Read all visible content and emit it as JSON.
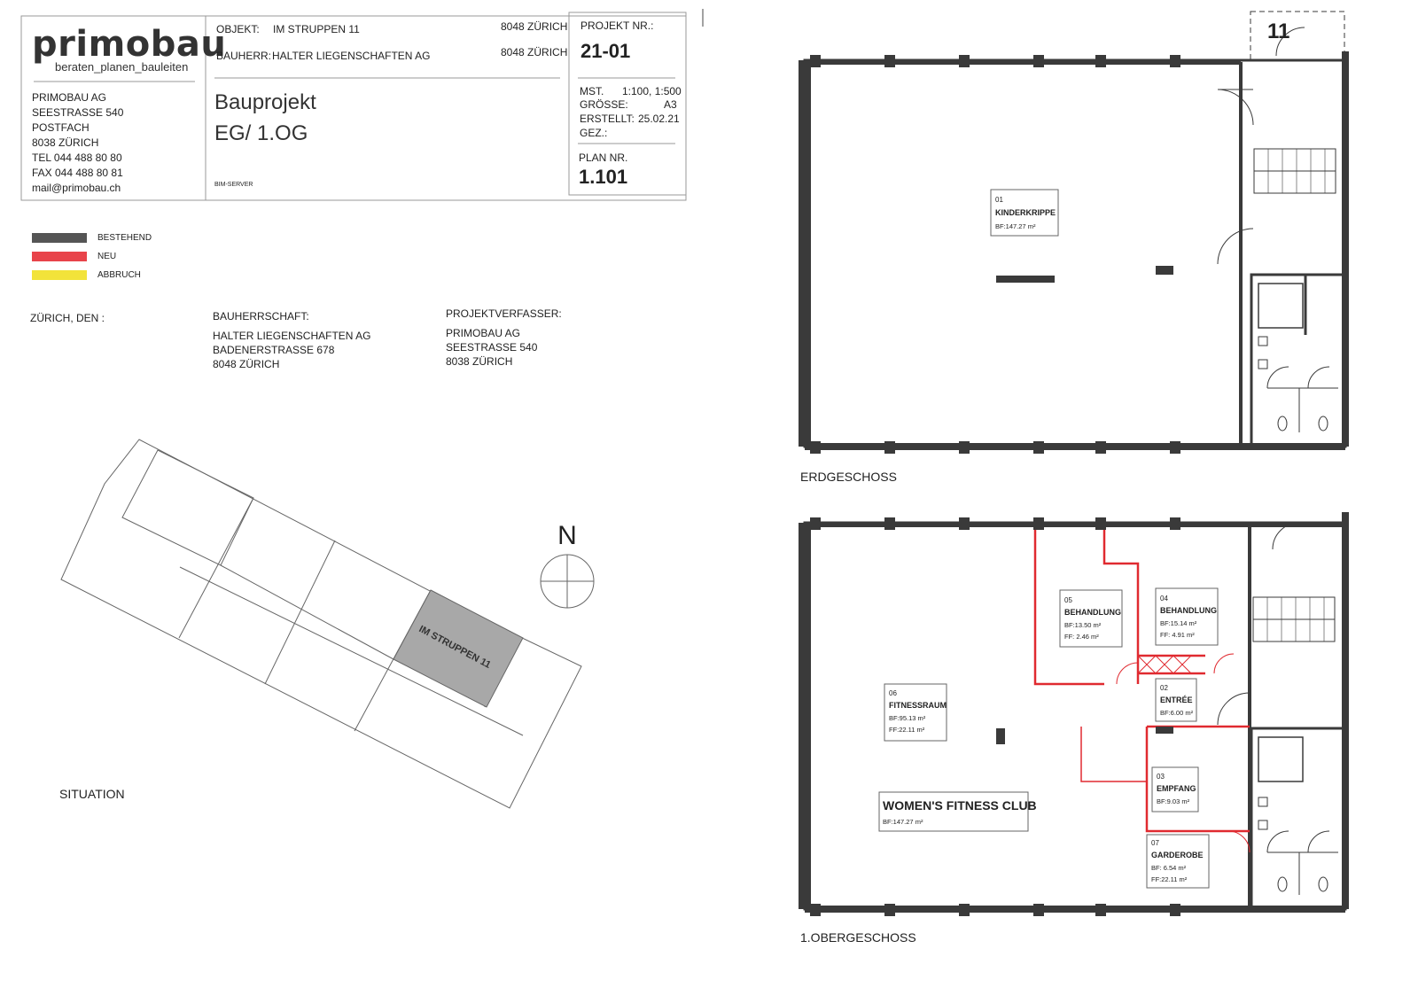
{
  "title_block": {
    "company_logo": "primobau",
    "tagline": "beraten_planen_bauleiten",
    "company_address": [
      "PRIMOBAU AG",
      "SEESTRASSE 540",
      "POSTFACH",
      "8038 ZÜRICH",
      "TEL   044 488 80 80",
      "FAX   044 488 80 81",
      "mail@primobau.ch"
    ],
    "objekt_label": "OBJEKT:",
    "objekt_value": "IM STRUPPEN 11",
    "objekt_city": "8048 ZÜRICH",
    "bauherr_label": "BAUHERR:",
    "bauherr_value": "HALTER LIEGENSCHAFTEN AG",
    "bauherr_city": "8048 ZÜRICH",
    "plan_title": "Bauprojekt",
    "plan_subtitle": "EG/ 1.OG",
    "server_note": "BIM-SERVER",
    "projekt_nr_label": "PROJEKT NR.:",
    "projekt_nr": "21-01",
    "mst_label": "MST.",
    "mst_value": "1:100, 1:500",
    "groesse_label": "GRÖSSE:",
    "groesse_value": "A3",
    "erstellt_label": "ERSTELLT:",
    "erstellt_value": "25.02.21",
    "gez_label": "GEZ.:",
    "plan_nr_label": "PLAN NR.",
    "plan_nr": "1.101"
  },
  "legend": [
    {
      "label": "BESTEHEND",
      "color": "#555555"
    },
    {
      "label": "NEU",
      "color": "#e8434a"
    },
    {
      "label": "ABBRUCH",
      "color": "#f2e33a"
    }
  ],
  "signatures": {
    "zuerich_den": "ZÜRICH, DEN :",
    "bauherrschaft_label": "BAUHERRSCHAFT:",
    "bauherrschaft_lines": [
      "HALTER LIEGENSCHAFTEN AG",
      "BADENERSTRASSE 678",
      "8048 ZÜRICH"
    ],
    "verfasser_label": "PROJEKTVERFASSER:",
    "verfasser_lines": [
      "PRIMOBAU AG",
      "SEESTRASSE 540",
      "8038 ZÜRICH"
    ]
  },
  "situation": {
    "label": "SITUATION",
    "building_label": "IM STRUPPEN 11",
    "north_label": "N"
  },
  "house_number": "11",
  "erdgeschoss": {
    "label": "ERDGESCHOSS",
    "rooms": [
      {
        "no": "01",
        "name": "KINDERKRIPPE",
        "area": "BF:147.27 m²"
      }
    ]
  },
  "obergeschoss": {
    "label": "1.OBERGESCHOSS",
    "club_name": "WOMEN'S FITNESS CLUB",
    "club_area": "BF:147.27 m²",
    "rooms": [
      {
        "no": "05",
        "name": "BEHANDLUNG",
        "area": "BF:13.50 m²",
        "extra": "FF:  2.46 m²"
      },
      {
        "no": "04",
        "name": "BEHANDLUNG",
        "area": "BF:15.14 m²",
        "extra": "FF:  4.91 m²"
      },
      {
        "no": "02",
        "name": "ENTRÉE",
        "area": "BF:6.00 m²",
        "extra": ""
      },
      {
        "no": "06",
        "name": "FITNESSRAUM",
        "area": "BF:95.13 m²",
        "extra": "FF:22.11 m²"
      },
      {
        "no": "03",
        "name": "EMPFANG",
        "area": "BF:9.03 m²",
        "extra": ""
      },
      {
        "no": "07",
        "name": "GARDEROBE",
        "area": "BF:  6.54 m²",
        "extra": "FF:22.11 m²"
      }
    ]
  },
  "colors": {
    "wall": "#3a3a3a",
    "new_wall": "#e02a30",
    "existing_fill": "#a8a8a8"
  }
}
